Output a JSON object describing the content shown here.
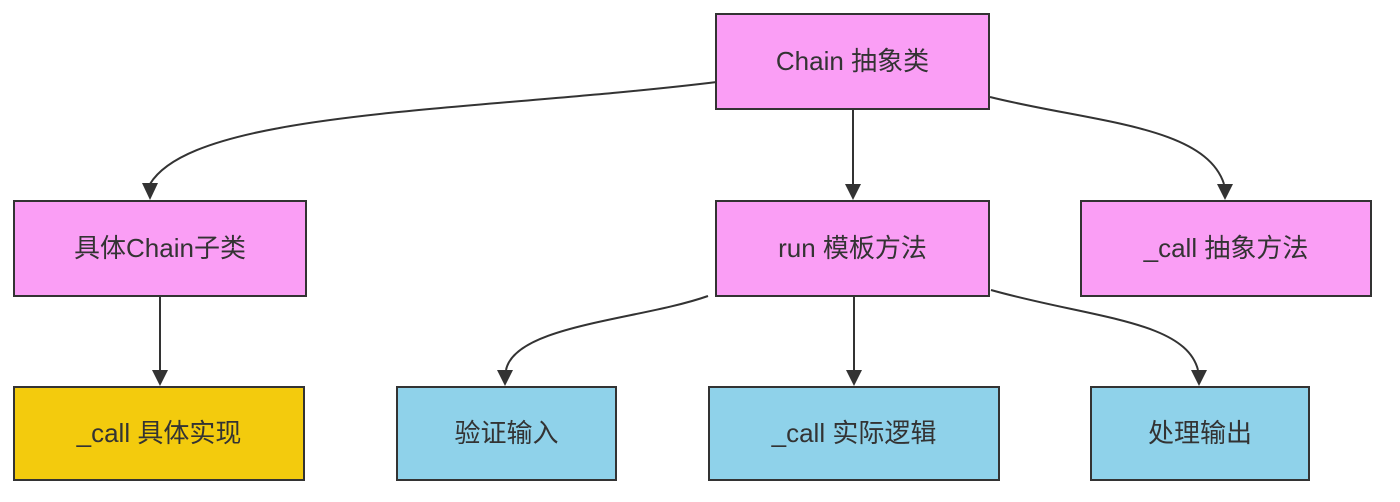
{
  "diagram": {
    "type": "flowchart",
    "colors": {
      "pink": "#FA9EF5",
      "yellow": "#F3CB0D",
      "blue": "#8FD2EA",
      "border": "#333333",
      "arrow": "#333333",
      "background": "#FFFFFF"
    },
    "nodes": [
      {
        "id": "chain-abstract",
        "label": "Chain 抽象类",
        "color": "pink"
      },
      {
        "id": "concrete-chain",
        "label": "具体Chain子类",
        "color": "pink"
      },
      {
        "id": "run-template",
        "label": "run 模板方法",
        "color": "pink"
      },
      {
        "id": "call-abstract",
        "label": "_call 抽象方法",
        "color": "pink"
      },
      {
        "id": "call-impl",
        "label": "_call 具体实现",
        "color": "yellow"
      },
      {
        "id": "validate-input",
        "label": "验证输入",
        "color": "blue"
      },
      {
        "id": "call-logic",
        "label": "_call 实际逻辑",
        "color": "blue"
      },
      {
        "id": "process-output",
        "label": "处理输出",
        "color": "blue"
      }
    ],
    "edges": [
      {
        "from": "chain-abstract",
        "to": "concrete-chain"
      },
      {
        "from": "chain-abstract",
        "to": "run-template"
      },
      {
        "from": "chain-abstract",
        "to": "call-abstract"
      },
      {
        "from": "concrete-chain",
        "to": "call-impl"
      },
      {
        "from": "run-template",
        "to": "validate-input"
      },
      {
        "from": "run-template",
        "to": "call-logic"
      },
      {
        "from": "run-template",
        "to": "process-output"
      }
    ]
  }
}
